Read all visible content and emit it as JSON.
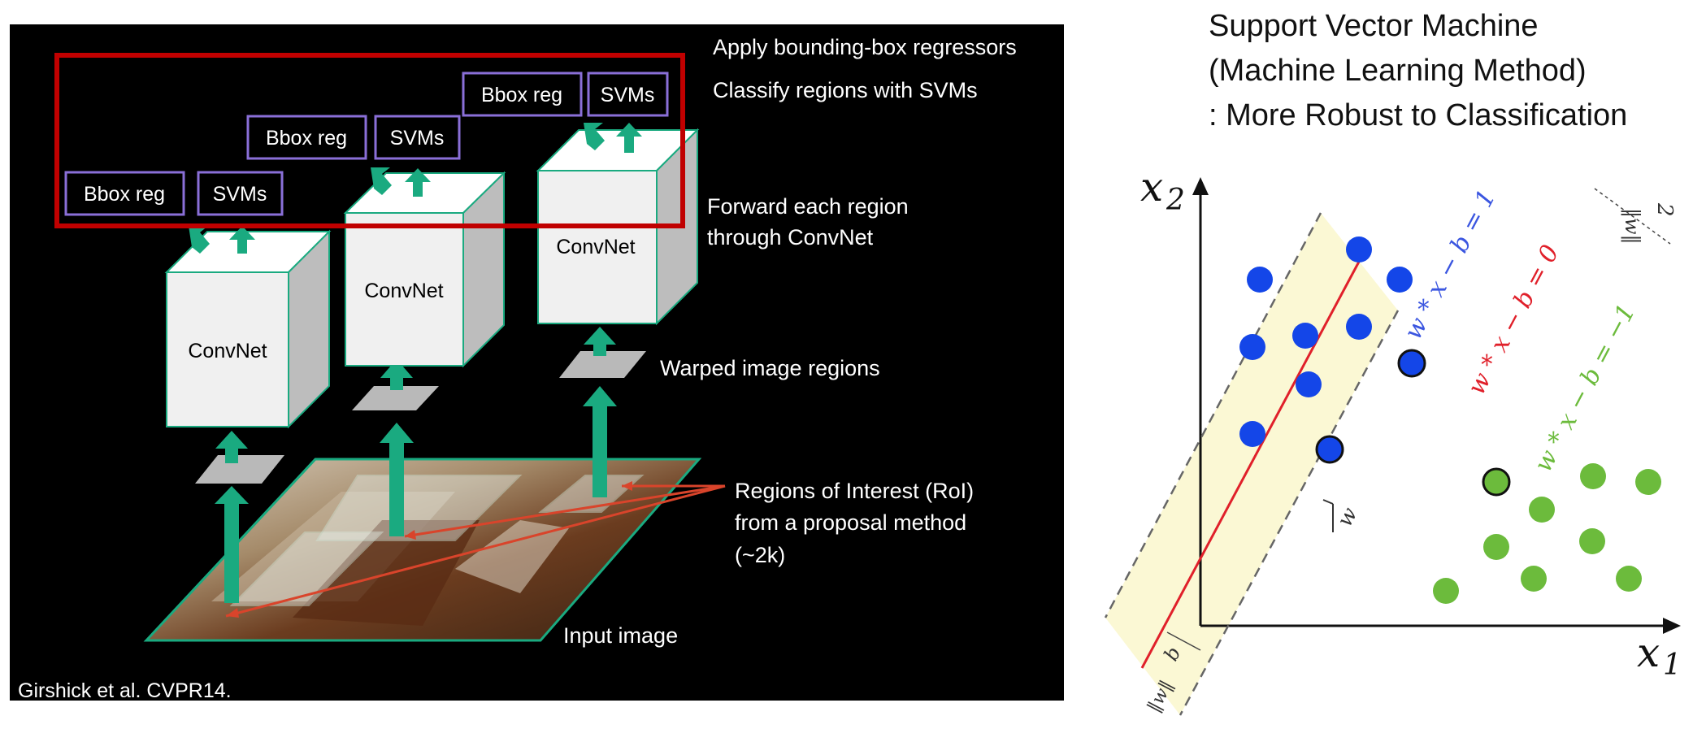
{
  "rcnn": {
    "citation": "Girshick et al. CVPR14.",
    "label_apply_bbox": "Apply bounding-box regressors",
    "label_classify": "Classify regions with SVMs",
    "label_forward_line1": "Forward each region",
    "label_forward_line2": "through ConvNet",
    "label_warped": "Warped image regions",
    "label_roi_line1": "Regions of Interest (RoI)",
    "label_roi_line2": "from a proposal method",
    "label_roi_line3": "(~2k)",
    "label_input": "Input image",
    "convnet_label": "ConvNet",
    "bbox_label": "Bbox reg",
    "svm_label": "SVMs",
    "colors": {
      "background": "#000000",
      "highlight_box": "#c00000",
      "module_border": "#8a6fd8",
      "arrow": "#1aaa80",
      "roi_arrow": "#d9442b"
    }
  },
  "svm": {
    "title_line1": "Support Vector Machine",
    "title_line2": "(Machine Learning Method)",
    "title_line3": ": More Robust to Classification",
    "axis_y": "x",
    "axis_y_sub": "2",
    "axis_x": "x",
    "axis_x_sub": "1",
    "line_upper_label": "w * x − b = 1",
    "line_center_label": "w * x − b = 0",
    "line_lower_label": "w * x − b = −1",
    "margin_label_numerator": "2",
    "margin_label_denominator": "‖w‖",
    "offset_label_numerator": "b",
    "offset_label_denominator": "‖w‖",
    "normal_label": "w",
    "colors": {
      "margin_band": "#fbf8d4",
      "class_a": "#1446e8",
      "class_b": "#6cbb3c",
      "center_line": "#e0202a",
      "upper_label": "#3b56e0",
      "lower_label": "#6cbb3c"
    }
  }
}
